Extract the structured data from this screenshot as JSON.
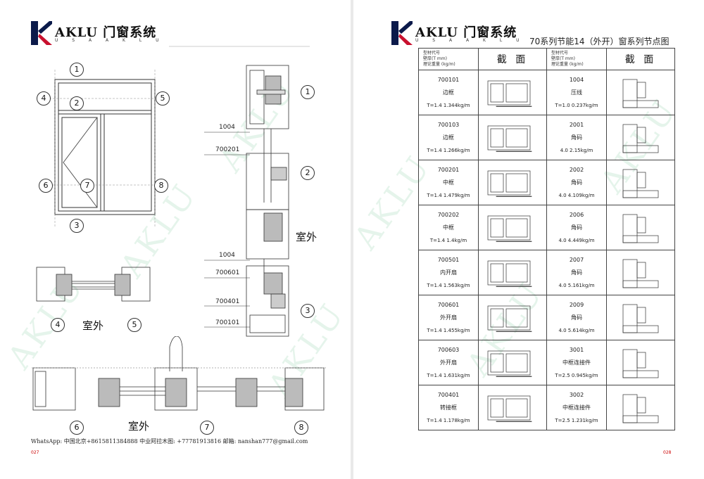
{
  "brand": {
    "name": "AKLU 门窗系统",
    "sub": "U S A   A K L U",
    "accent": "#0b1a4a",
    "mark_red": "#c8102e"
  },
  "watermark": "AKLU",
  "left_page": {
    "callouts": [
      "1",
      "2",
      "3",
      "4",
      "5",
      "6",
      "7",
      "8"
    ],
    "section_callouts": [
      "1",
      "2",
      "3"
    ],
    "profile_labels": [
      "1004",
      "700201",
      "1004",
      "700601",
      "700401",
      "700101"
    ],
    "outside_label": "室外",
    "bottom_outside_label": "室外",
    "footer": "WhatsApp: 中国北京+8615811384888   中业阿拉木图: +77781913816  邮箱: nanshan777@gmail.com",
    "page_number": "027"
  },
  "right_page": {
    "title": "70系列节能14（外开）窗系列节点图",
    "header_left": [
      "型材代号",
      "壁厚(T mm)",
      "理论重量 (kg/m)"
    ],
    "header_section": "截 面",
    "rows_left": [
      {
        "code": "700101",
        "name": "边框",
        "spec": "T=1.4   1.344kg/m"
      },
      {
        "code": "700103",
        "name": "边框",
        "spec": "T=1.4   1.266kg/m"
      },
      {
        "code": "700201",
        "name": "中框",
        "spec": "T=1.4   1.479kg/m"
      },
      {
        "code": "700202",
        "name": "中框",
        "spec": "T=1.4   1.4kg/m"
      },
      {
        "code": "700501",
        "name": "内开扇",
        "spec": "T=1.4   1.563kg/m"
      },
      {
        "code": "700601",
        "name": "外开扇",
        "spec": "T=1.4   1.455kg/m"
      },
      {
        "code": "700603",
        "name": "外开扇",
        "spec": "T=1.4   1.631kg/m"
      },
      {
        "code": "700401",
        "name": "转接框",
        "spec": "T=1.4   1.178kg/m"
      }
    ],
    "rows_right": [
      {
        "code": "1004",
        "name": "压线",
        "spec": "T=1.0   0.237kg/m"
      },
      {
        "code": "2001",
        "name": "角码",
        "spec": "4.0    2.15kg/m"
      },
      {
        "code": "2002",
        "name": "角码",
        "spec": "4.0   4.109kg/m"
      },
      {
        "code": "2006",
        "name": "角码",
        "spec": "4.0   4.449kg/m"
      },
      {
        "code": "2007",
        "name": "角码",
        "spec": "4.0   5.161kg/m"
      },
      {
        "code": "2009",
        "name": "角码",
        "spec": "4.0   5.614kg/m"
      },
      {
        "code": "3001",
        "name": "中框连接件",
        "spec": "T=2.5   0.945kg/m"
      },
      {
        "code": "3002",
        "name": "中框连接件",
        "spec": "T=2.5   1.231kg/m"
      }
    ],
    "page_number": "028"
  }
}
